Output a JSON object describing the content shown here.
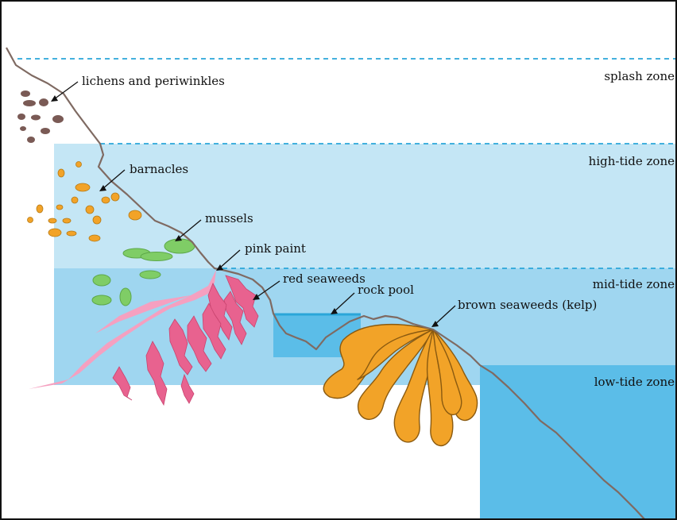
{
  "zones": {
    "splash": "splash zone",
    "high_tide": "high-tide zone",
    "mid_tide": "mid-tide zone",
    "low_tide": "low-tide zone"
  },
  "labels": {
    "lichens": "lichens and periwinkles",
    "barnacles": "barnacles",
    "mussels": "mussels",
    "pink_paint": "pink paint",
    "red_seaweeds": "red seaweeds",
    "rock_pool": "rock pool",
    "brown_seaweeds": "brown seaweeds (kelp)"
  },
  "colors": {
    "high_tide": "#c4e6f5",
    "mid_tide": "#9fd6f0",
    "low_tide": "#5bbde8",
    "tide_line": "#2aa6d9",
    "shore": "#7f6a62",
    "lichen": "#7a5a55",
    "barnacle": "#f2a328",
    "mussel": "#7fcd66",
    "pink_paint": "#f5a0c0",
    "red_seaweed": "#e8628f",
    "kelp": "#f2a328"
  }
}
